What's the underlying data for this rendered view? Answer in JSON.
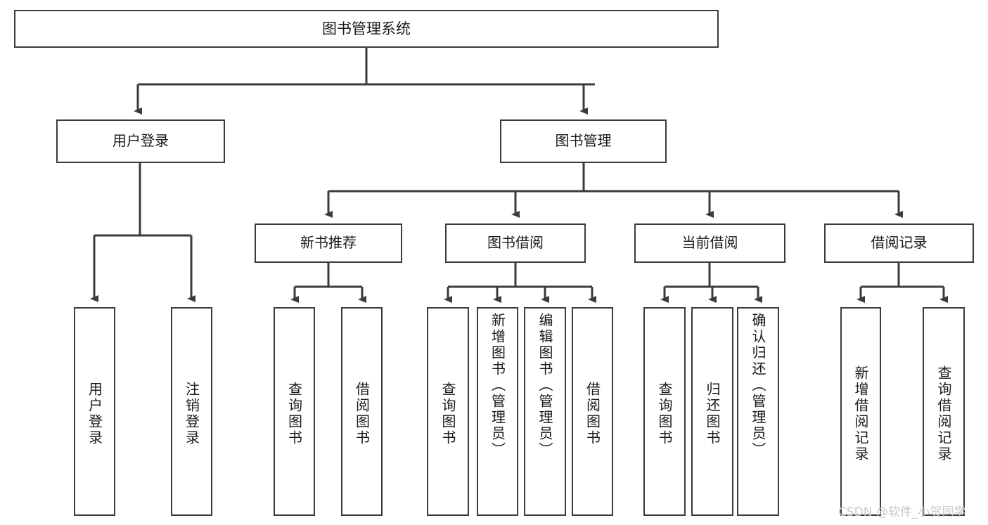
{
  "diagram": {
    "title": "图书管理系统",
    "type": "tree",
    "root": {
      "label": "图书管理系统"
    },
    "level1": [
      {
        "label": "用户登录"
      },
      {
        "label": "图书管理"
      }
    ],
    "level2": [
      {
        "label": "新书推荐"
      },
      {
        "label": "图书借阅"
      },
      {
        "label": "当前借阅"
      },
      {
        "label": "借阅记录"
      }
    ],
    "leaves": {
      "user_login": [
        {
          "label": "用户登录"
        },
        {
          "label": "注销登录"
        }
      ],
      "new_book_recommend": [
        {
          "label": "查询图书"
        },
        {
          "label": "借阅图书"
        }
      ],
      "book_borrow": [
        {
          "label": "查询图书"
        },
        {
          "label": "新增图书（管理员）"
        },
        {
          "label": "编辑图书（管理员）"
        },
        {
          "label": "借阅图书"
        }
      ],
      "current_borrow": [
        {
          "label": "查询图书"
        },
        {
          "label": "归还图书"
        },
        {
          "label": "确认归还（管理员）"
        }
      ],
      "borrow_record": [
        {
          "label": "新增借阅记录"
        },
        {
          "label": "查询借阅记录"
        }
      ]
    }
  },
  "watermark": {
    "text": "CSDN @软件_小贺同学"
  },
  "colors": {
    "background": "#ffffff",
    "box_border": "#3b3b3b",
    "connector": "#3b3b3b",
    "text": "#1a1a1a",
    "watermark": "#c9c9c9"
  }
}
